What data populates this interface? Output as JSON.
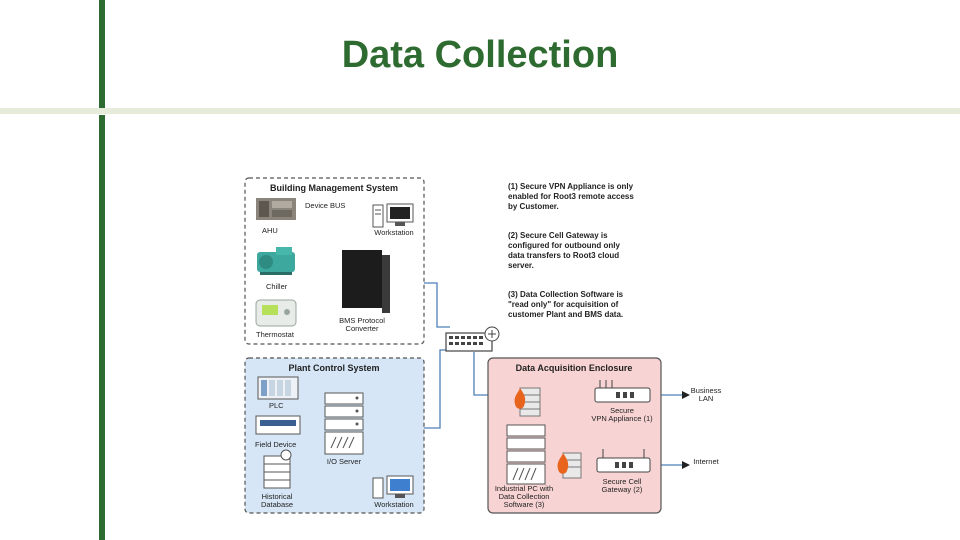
{
  "slide": {
    "title": "Data Collection"
  },
  "diagram": {
    "bms": {
      "title": "Building Management System",
      "ahu": "AHU",
      "chiller": "Chiller",
      "thermostat": "Thermostat",
      "device_bus": "Device BUS",
      "workstation": "Workstation",
      "converter_line1": "BMS Protocol",
      "converter_line2": "Converter"
    },
    "pcs": {
      "title": "Plant Control System",
      "plc": "PLC",
      "field_device": "Field Device",
      "historical_line1": "Historical",
      "historical_line2": "Database",
      "io_server": "I/O Server",
      "workstation": "Workstation"
    },
    "dae": {
      "title": "Data Acquisition Enclosure",
      "vpn_line1": "Secure",
      "vpn_line2": "VPN Appliance (1)",
      "cell_line1": "Secure Cell",
      "cell_line2": "Gateway (2)",
      "pc_line1": "Industrial PC with",
      "pc_line2": "Data Collection",
      "pc_line3": "Software (3)"
    },
    "external": {
      "lan_line1": "Business",
      "lan_line2": "LAN",
      "internet": "Internet"
    },
    "notes": {
      "note1": [
        "(1)  Secure VPN Appliance is only",
        "enabled for Root3 remote access",
        "by Customer."
      ],
      "note2": [
        "(2)  Secure Cell Gateway is",
        "configured for outbound only",
        "data transfers to Root3 cloud",
        "server."
      ],
      "note3": [
        "(3)  Data Collection Software is",
        "\"read only\" for acquisition of",
        "customer Plant and BMS data."
      ]
    },
    "colors": {
      "brand_green": "#2e6b30",
      "pcs_fill": "#d6e6f6",
      "dae_fill": "#f8d3d3",
      "line_blue": "#4f7fb6"
    }
  }
}
